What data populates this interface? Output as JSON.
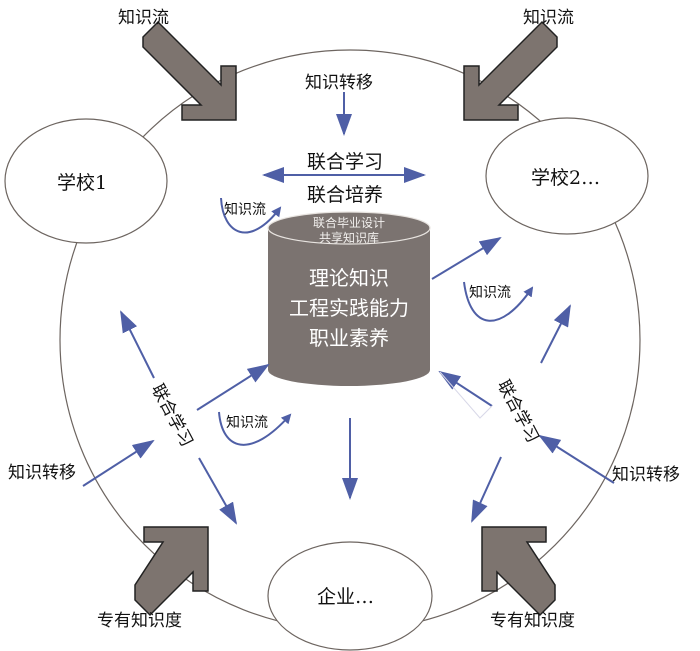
{
  "colors": {
    "arrow_blue": "#4f5fa6",
    "big_arrow_gray": "#7d746f",
    "cylinder_gray": "#7b7370",
    "outline": "#6d6560"
  },
  "top_labels": {
    "knowledge_flow_left": "知识流",
    "knowledge_flow_right": "知识流",
    "knowledge_transfer_top": "知识转移"
  },
  "nodes": {
    "school1": "学校1",
    "school2": "学校2…",
    "enterprise": "企业…"
  },
  "center_labels": {
    "joint_learning": "联合学习",
    "joint_training": "联合培养"
  },
  "database": {
    "top_line1": "联合毕业设计",
    "top_line2": "共享知识库",
    "body_lines": [
      "理论知识",
      "工程实践能力",
      "职业素养"
    ]
  },
  "loop_labels": {
    "upper_left": "知识流",
    "right": "知识流",
    "lower_left": "知识流"
  },
  "side_labels": {
    "left_joint_learning": "联合学习",
    "right_joint_learning": "联合学习",
    "left_knowledge_transfer": "知识转移",
    "right_knowledge_transfer": "知识转移"
  },
  "bottom_labels": {
    "proprietary_left": "专有知识度",
    "proprietary_right": "专有知识度"
  }
}
